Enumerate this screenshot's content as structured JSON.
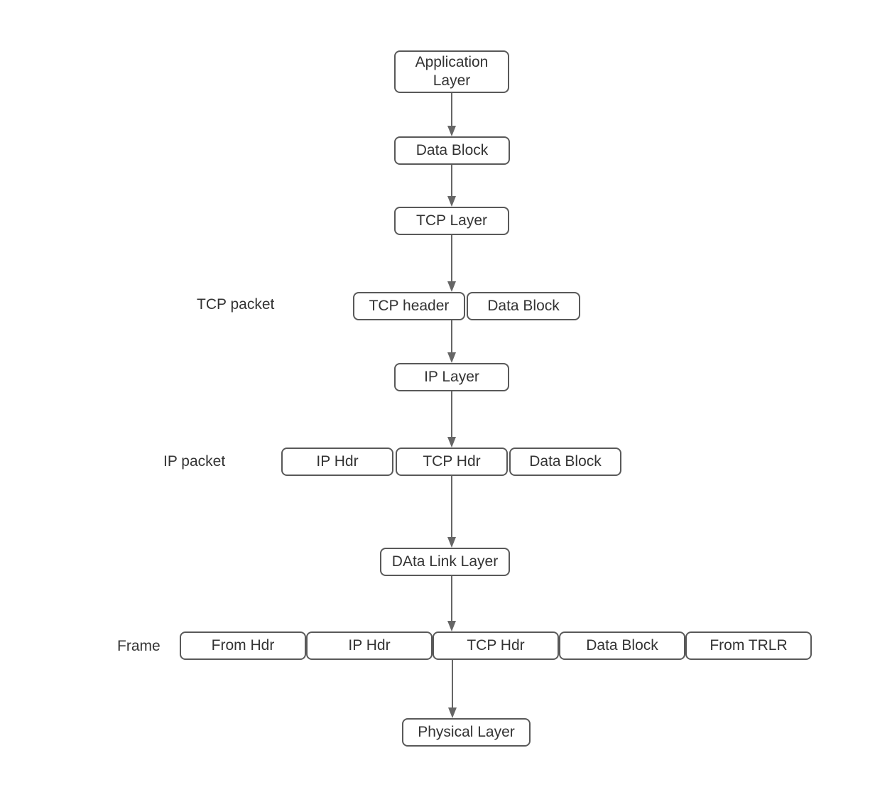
{
  "colors": {
    "background": "#ffffff",
    "border": "#595959",
    "text": "#333333",
    "arrow": "#666666"
  },
  "diagram_type": "tcp-ip-encapsulation-flowchart",
  "nodes": {
    "application_layer": {
      "label": "Application Layer"
    },
    "data_block_top": {
      "label": "Data Block"
    },
    "tcp_layer": {
      "label": "TCP Layer"
    },
    "tcp_packet_header": {
      "label": "TCP header"
    },
    "tcp_packet_data_block": {
      "label": "Data Block"
    },
    "ip_layer": {
      "label": "IP Layer"
    },
    "ip_packet_ip_hdr": {
      "label": "IP Hdr"
    },
    "ip_packet_tcp_hdr": {
      "label": "TCP Hdr"
    },
    "ip_packet_data_block": {
      "label": "Data Block"
    },
    "data_link_layer": {
      "label": "DAta Link Layer"
    },
    "frame_from_hdr": {
      "label": "From Hdr"
    },
    "frame_ip_hdr": {
      "label": "IP Hdr"
    },
    "frame_tcp_hdr": {
      "label": "TCP Hdr"
    },
    "frame_data_block": {
      "label": "Data Block"
    },
    "frame_from_trlr": {
      "label": "From TRLR"
    },
    "physical_layer": {
      "label": "Physical Layer"
    }
  },
  "row_labels": {
    "tcp_packet": "TCP packet",
    "ip_packet": "IP packet",
    "frame": "Frame"
  }
}
